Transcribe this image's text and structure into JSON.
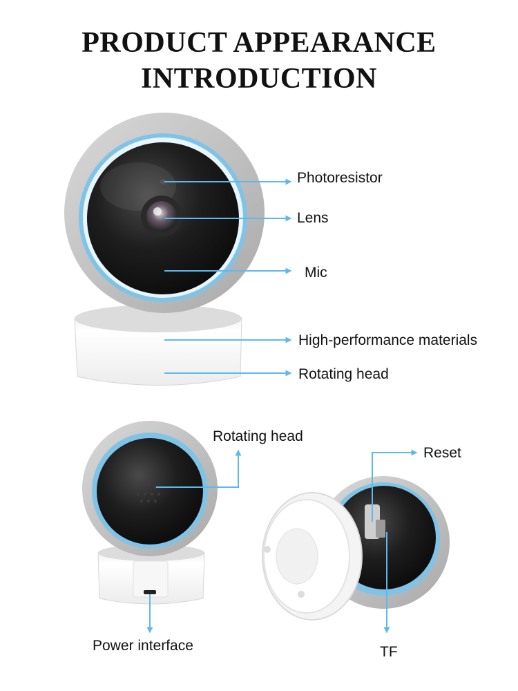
{
  "title": {
    "line1": "PRODUCT APPEARANCE",
    "line2": "INTRODUCTION"
  },
  "callouts": {
    "photoresistor": "Photoresistor",
    "lens": "Lens",
    "mic": "Mic",
    "materials": "High-performance materials",
    "rotating_head_top": "Rotating head",
    "rotating_head_bottom": "Rotating head",
    "reset": "Reset",
    "power_interface": "Power interface",
    "tf": "TF"
  },
  "colors": {
    "arrow": "#5fb8ec",
    "ring": "#7fc3e6",
    "shell": "#bdbdbd",
    "base": "#f2f2f2"
  }
}
